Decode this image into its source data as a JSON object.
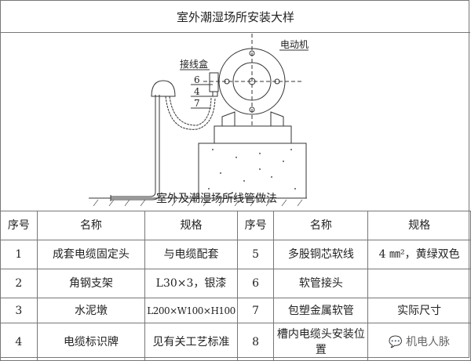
{
  "title": "室外潮湿场所安装大样",
  "drawing": {
    "labels": {
      "motor": "电动机",
      "junction_box": "接线盒",
      "n6": "6",
      "n4": "4",
      "n7": "7"
    },
    "caption": "室外及潮湿场所线管做法"
  },
  "table": {
    "headers": [
      "序号",
      "名称",
      "规格",
      "序号",
      "名称",
      "规格"
    ],
    "rows": [
      [
        "1",
        "成套电缆固定头",
        "与电缆配套",
        "5",
        "多股铜芯软线",
        "4 ㎜²，黄绿双色"
      ],
      [
        "2",
        "角钢支架",
        "L30×3，银漆",
        "6",
        "软管接头",
        ""
      ],
      [
        "3",
        "水泥墩",
        "L200×W100×H100",
        "7",
        "包塑金属软管",
        "实际尺寸"
      ],
      [
        "4",
        "电缆标识牌",
        "见有关工艺标准",
        "8",
        "槽内电缆头安装位置",
        ""
      ]
    ]
  },
  "watermark": "机电人脉"
}
